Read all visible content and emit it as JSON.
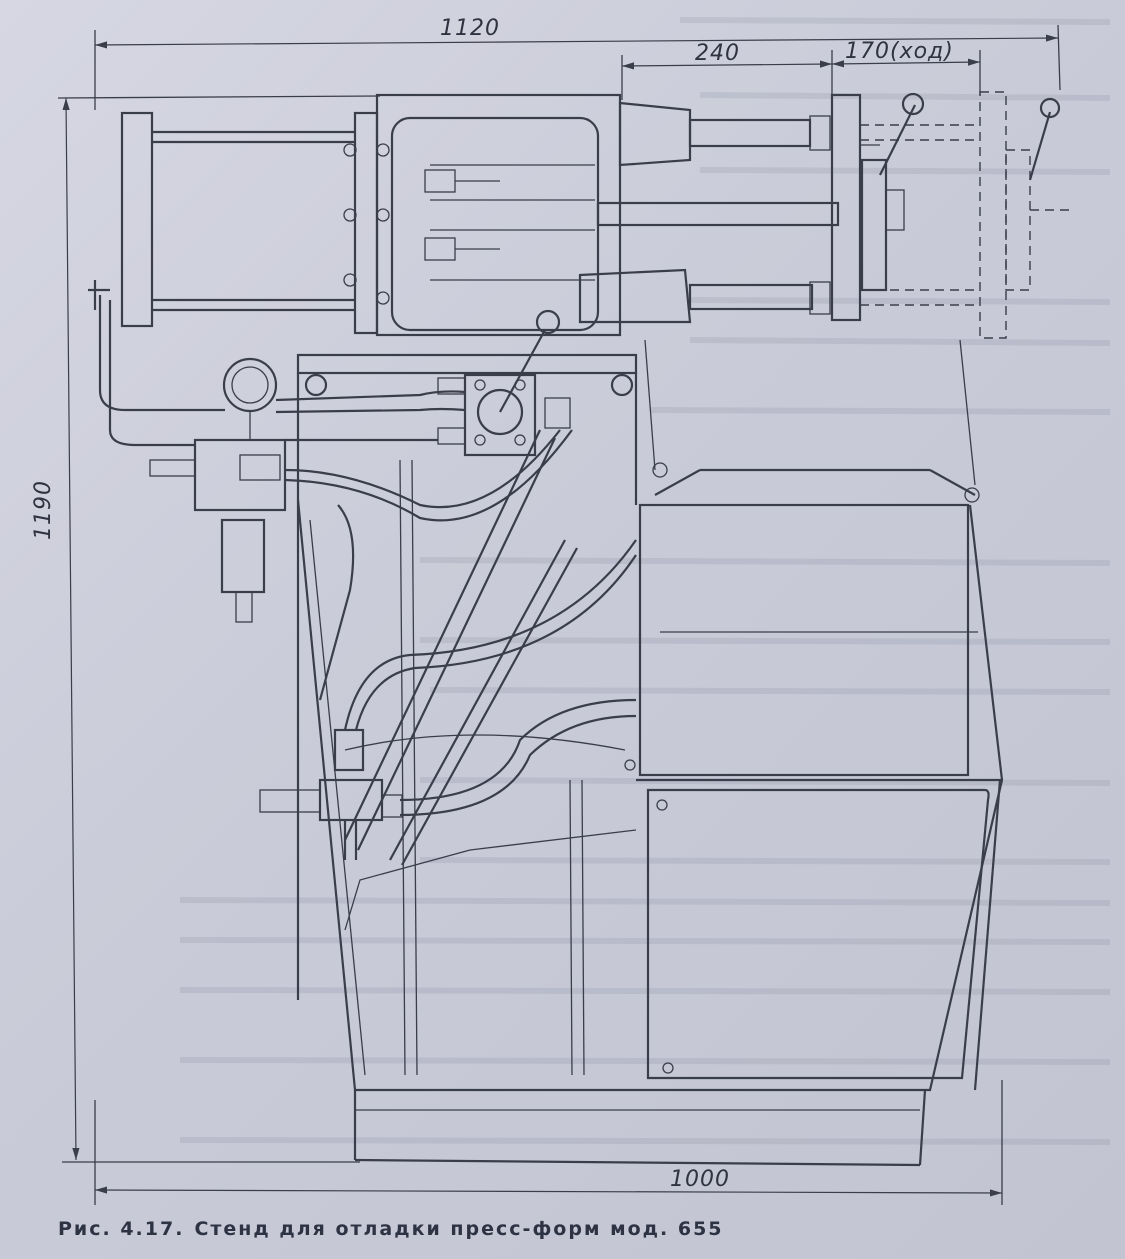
{
  "dimensions": {
    "overall_width": "1120",
    "travel_block": "240",
    "stroke": "170(ход)",
    "height": "1190",
    "base_width": "1000"
  },
  "caption": {
    "figure_label": "Рис. 4.17.",
    "title": "Стенд для отладки пресс-форм мод. 655"
  },
  "colors": {
    "paper": "#cfd1dc",
    "ink": "#3a3d4a"
  }
}
